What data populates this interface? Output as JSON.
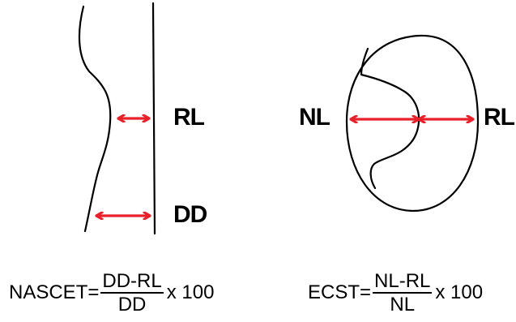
{
  "diagram": {
    "colors": {
      "outline": "#000000",
      "arrow": "#e8202a"
    },
    "longitudinal_view": {
      "rl_label": "RL",
      "dd_label": "DD"
    },
    "cross_section_view": {
      "nl_label": "NL",
      "rl_label": "RL"
    }
  },
  "formulas": {
    "nascet": {
      "name": "NASCET",
      "equals": "=",
      "numerator": "DD-RL",
      "denominator": "DD",
      "multiplier": "x 100"
    },
    "ecst": {
      "name": "ECST",
      "equals": "=",
      "numerator": "NL-RL",
      "denominator": "NL",
      "multiplier": "x 100"
    }
  }
}
